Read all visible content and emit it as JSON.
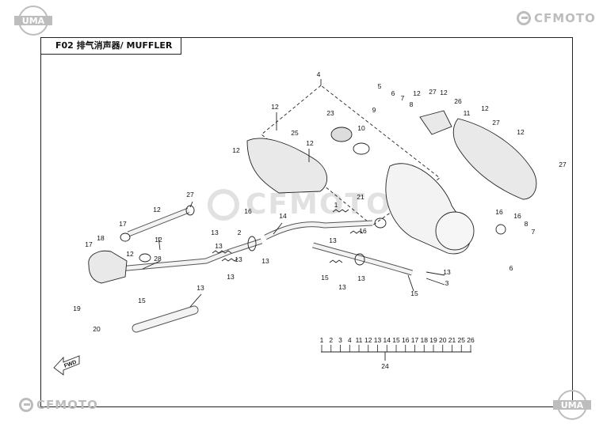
{
  "header": {
    "title": "F02 排气消声器/ MUFFLER",
    "brand_left": "UMA",
    "brand_right": "CFMOTO"
  },
  "footer": {
    "brand_left": "CFMOTO",
    "brand_right": "UMA"
  },
  "watermark": "CFMOTO",
  "fwd_label": "FWD",
  "callouts": [
    "4",
    "5",
    "6",
    "7",
    "8",
    "9",
    "12",
    "27",
    "12",
    "26",
    "23",
    "10",
    "12",
    "27",
    "11",
    "12",
    "27",
    "12",
    "12",
    "25",
    "12",
    "27",
    "12",
    "17",
    "18",
    "17",
    "12",
    "12",
    "28",
    "21",
    "1",
    "14",
    "13",
    "2",
    "13",
    "13",
    "13",
    "13",
    "13",
    "15",
    "13",
    "13",
    "15",
    "13",
    "3",
    "16",
    "16",
    "13",
    "15",
    "19",
    "20",
    "16",
    "16",
    "8",
    "7",
    "6",
    "5",
    "9"
  ],
  "bom": {
    "items": [
      "1",
      "2",
      "3",
      "4",
      "11",
      "12",
      "13",
      "14",
      "15",
      "16",
      "17",
      "18",
      "19",
      "20",
      "21",
      "25",
      "26"
    ],
    "assembly": "24"
  },
  "colors": {
    "line": "#222222",
    "part_fill": "#e9e9e9",
    "logo": "#bdbdbd"
  }
}
